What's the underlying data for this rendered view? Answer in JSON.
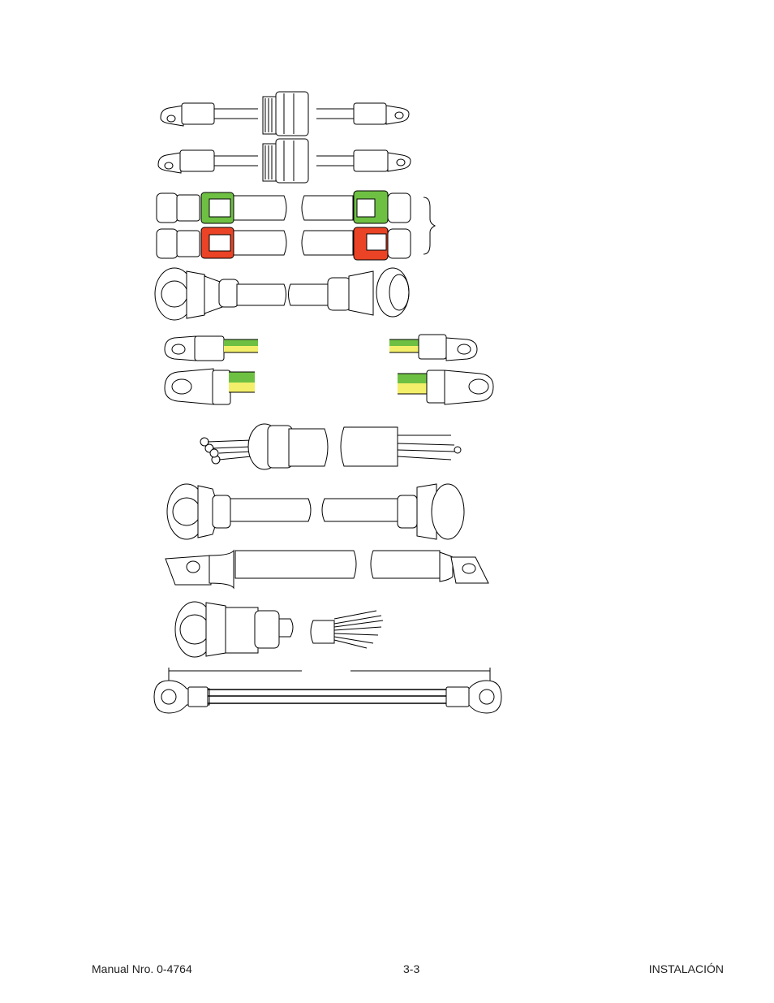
{
  "footer": {
    "manual": "Manual Nro. 0-4764",
    "page_number": "3-3",
    "section": "INSTALACIÓN"
  },
  "figure": {
    "items": [
      "lead-with-ring-lugs-and-bulkhead-fitting",
      "lead-with-ring-lugs-and-bulkhead-fitting",
      "gas-hose-pair-green",
      "gas-hose-pair-red",
      "control-cable-circular-connectors",
      "ground-wire-small-lugs",
      "ground-wire-large-lugs",
      "multi-conductor-cable-with-quick-disconnects",
      "control-cable-large-circular-connectors",
      "power-cable-flat-lugs",
      "cable-circular-connector-open-end",
      "jumper-cable-ring-terminals"
    ],
    "colors": {
      "green": "#6ec043",
      "red": "#ea4325",
      "yellow": "#f3ef6a"
    }
  }
}
